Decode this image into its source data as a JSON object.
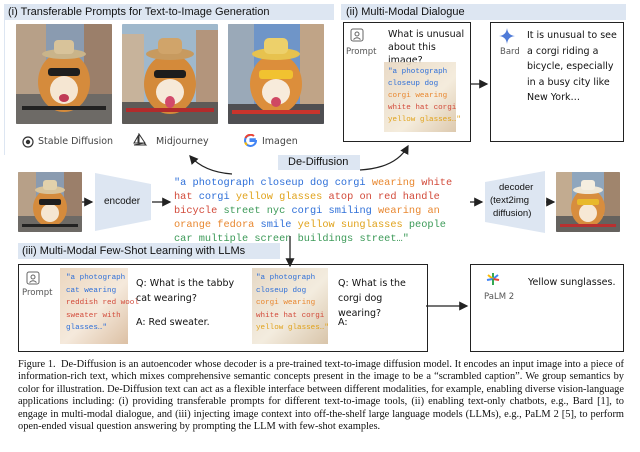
{
  "panel_i": {
    "title": "(i) Transferable Prompts for Text-to-Image Generation"
  },
  "panel_ii": {
    "title": "(ii) Multi-Modal Dialogue"
  },
  "panel_iii": {
    "title": "(iii) Multi-Modal Few-Shot Learning with LLMs"
  },
  "tools": [
    {
      "label": "Stable Diffusion",
      "icon": "stable-diffusion-icon"
    },
    {
      "label": "Midjourney",
      "icon": "midjourney-icon"
    },
    {
      "label": "Imagen",
      "icon": "google-icon"
    }
  ],
  "center": {
    "title": "De-Diffusion",
    "encoder": "encoder",
    "decoder_line1": "decoder",
    "decoder_line2": "(text2img",
    "decoder_line3": "diffusion)"
  },
  "caption_words": [
    {
      "t": "\"a",
      "c": "#2e6fd8"
    },
    {
      "t": "photograph",
      "c": "#2e6fd8"
    },
    {
      "t": "closeup",
      "c": "#2e6fd8"
    },
    {
      "t": "dog",
      "c": "#2e6fd8"
    },
    {
      "t": "corgi",
      "c": "#2e6fd8"
    },
    {
      "t": "wearing",
      "c": "#e8872f"
    },
    {
      "t": "white",
      "c": "#d24a3a"
    },
    {
      "t": "hat",
      "c": "#d24a3a"
    },
    {
      "t": "corgi",
      "c": "#2e6fd8"
    },
    {
      "t": "yellow",
      "c": "#e0a21a"
    },
    {
      "t": "glasses",
      "c": "#e0a21a"
    },
    {
      "t": "atop",
      "c": "#d24a3a"
    },
    {
      "t": "on",
      "c": "#d24a3a"
    },
    {
      "t": "red",
      "c": "#d24a3a"
    },
    {
      "t": "handle",
      "c": "#d24a3a"
    },
    {
      "t": "bicycle",
      "c": "#d24a3a"
    },
    {
      "t": "street",
      "c": "#3c9a58"
    },
    {
      "t": "nyc",
      "c": "#3c9a58"
    },
    {
      "t": "corgi",
      "c": "#2e6fd8"
    },
    {
      "t": "smiling",
      "c": "#2e6fd8"
    },
    {
      "t": "wearing",
      "c": "#e8872f"
    },
    {
      "t": "an",
      "c": "#e8872f"
    },
    {
      "t": "orange",
      "c": "#e8872f"
    },
    {
      "t": "fedora",
      "c": "#e8872f"
    },
    {
      "t": "smile",
      "c": "#2e6fd8"
    },
    {
      "t": "yellow",
      "c": "#e0a21a"
    },
    {
      "t": "sunglasses",
      "c": "#e0a21a"
    },
    {
      "t": "people",
      "c": "#3c9a58"
    },
    {
      "t": "car",
      "c": "#3c9a58"
    },
    {
      "t": "multiple",
      "c": "#3c9a58"
    },
    {
      "t": "screen",
      "c": "#3c9a58"
    },
    {
      "t": "buildings",
      "c": "#3c9a58"
    },
    {
      "t": "street…\"",
      "c": "#3c9a58"
    }
  ],
  "dialogue": {
    "prompt_label": "Prompt",
    "question": "What is unusual about this image?",
    "overlay": [
      {
        "t": "\"a photograph",
        "c": "#2e6fd8"
      },
      {
        "t": "closeup dog",
        "c": "#2e6fd8"
      },
      {
        "t": "corgi wearing",
        "c": "#e8872f"
      },
      {
        "t": "white hat corgi",
        "c": "#d24a3a"
      },
      {
        "t": "yellow glasses…\"",
        "c": "#e0a21a"
      }
    ],
    "bard_label": "Bard",
    "answer": "It is unusual to see a corgi riding a bicycle, especially in a busy city like New York…"
  },
  "fewshot": {
    "prompt_label": "Prompt",
    "overlay1": [
      {
        "t": "\"a photograph",
        "c": "#2e6fd8"
      },
      {
        "t": "cat wearing",
        "c": "#2e6fd8"
      },
      {
        "t": "reddish red wool",
        "c": "#d24a3a"
      },
      {
        "t": "sweater with",
        "c": "#d24a3a"
      },
      {
        "t": "glasses…\"",
        "c": "#2e6fd8"
      }
    ],
    "q1": "Q: What is the tabby cat wearing?",
    "a1": "A: Red sweater.",
    "overlay2": [
      {
        "t": "\"a photograph",
        "c": "#2e6fd8"
      },
      {
        "t": "closeup dog",
        "c": "#2e6fd8"
      },
      {
        "t": "corgi wearing",
        "c": "#e8872f"
      },
      {
        "t": "white hat corgi",
        "c": "#d24a3a"
      },
      {
        "t": "yellow glasses…\"",
        "c": "#e0a21a"
      }
    ],
    "q2": "Q: What is the corgi dog wearing?",
    "a2": "A:",
    "palm_label": "PaLM 2",
    "answer": "Yellow sunglasses."
  },
  "figure_caption": {
    "label": "Figure 1.",
    "text": "De-Diffusion is an autoencoder whose decoder is a pre-trained text-to-image diffusion model. It encodes an input image into a piece of information-rich text, which mixes comprehensive semantic concepts present in the image to be a “scrambled caption”. We group semantics by color for illustration. De-Diffusion text can act as a flexible interface between different modalities, for example, enabling diverse vision-language applications including: (i) providing transferable prompts for different text-to-image tools, (ii) enabling text-only chatbots, e.g., Bard [1], to engage in multi-modal dialogue, and (iii) injecting image context into off-the-shelf large language models (LLMs), e.g., PaLM 2 [5], to perform open-ended visual question answering by prompting the LLM with few-shot examples."
  },
  "colors": {
    "panel": "#dde6f2",
    "blue": "#2e6fd8",
    "orange": "#e8872f",
    "red": "#d24a3a",
    "yellow": "#e0a21a",
    "green": "#3c9a58"
  }
}
